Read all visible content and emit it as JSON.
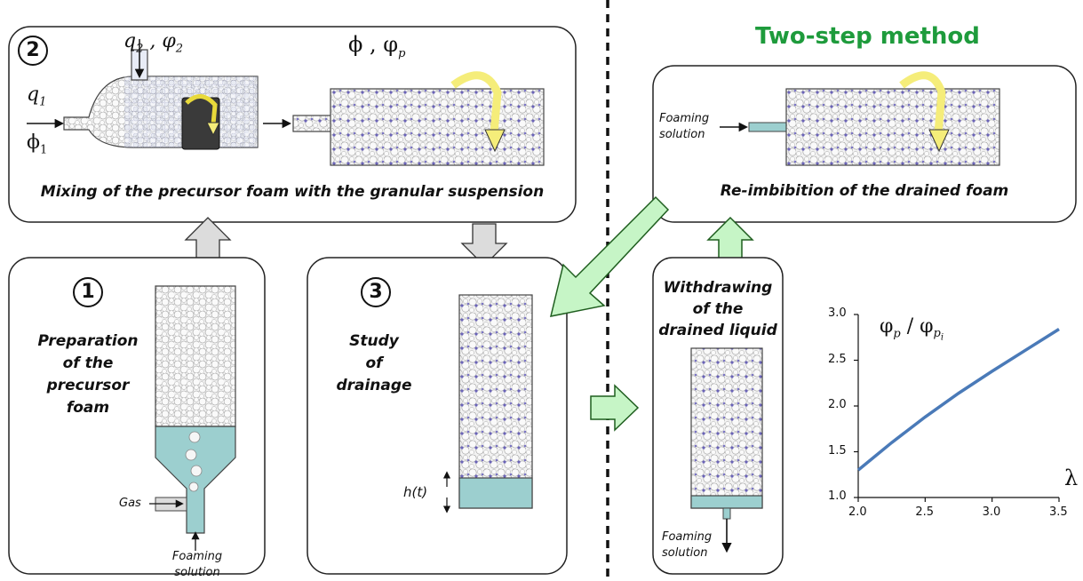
{
  "method_title": "Two-step method",
  "steps": {
    "step1": {
      "number": "1",
      "caption_lines": [
        "Preparation",
        "of the",
        "precursor",
        "foam"
      ],
      "gas_label": "Gas",
      "foaming_solution_label_lines": [
        "Foaming",
        "solution"
      ]
    },
    "step2": {
      "number": "2",
      "caption": "Mixing of the precursor foam with the granular suspension"
    },
    "step3": {
      "number": "3",
      "caption_lines": [
        "Study",
        "of",
        "drainage"
      ],
      "height_label": "h(t)"
    }
  },
  "reimbibition": {
    "caption": "Re-imbibition of the drained foam",
    "foaming_solution_label_lines": [
      "Foaming",
      "solution"
    ]
  },
  "withdrawing": {
    "caption_lines": [
      "Withdrawing",
      "of the",
      "drained liquid"
    ],
    "foaming_solution_label_lines": [
      "Foaming",
      "solution"
    ]
  },
  "colors": {
    "liquid": "#9ccfcf",
    "green_arrow": "#c6f5c6",
    "green_arrow_stroke": "#1f5e1f",
    "grey_arrow": "#dcdcdc",
    "yellow_arrow": "#f5ed7a",
    "curve": "#4a7ab8",
    "title": "#1e9b3c"
  },
  "chart_data": {
    "type": "line",
    "x": [
      2.0,
      2.25,
      2.5,
      2.75,
      3.0,
      3.25,
      3.5
    ],
    "series": [
      {
        "values": [
          1.3,
          1.6,
          1.88,
          2.14,
          2.38,
          2.61,
          2.84
        ]
      }
    ],
    "xlim": [
      2.0,
      3.5
    ],
    "ylim": [
      1.0,
      3.0
    ],
    "xticks": [
      "2.0",
      "2.5",
      "3.0",
      "3.5"
    ],
    "yticks": [
      "1.0",
      "1.5",
      "2.0",
      "2.5",
      "3.0"
    ],
    "xlabel": "λ",
    "ylabel": "φp / φpi",
    "grid": false
  }
}
